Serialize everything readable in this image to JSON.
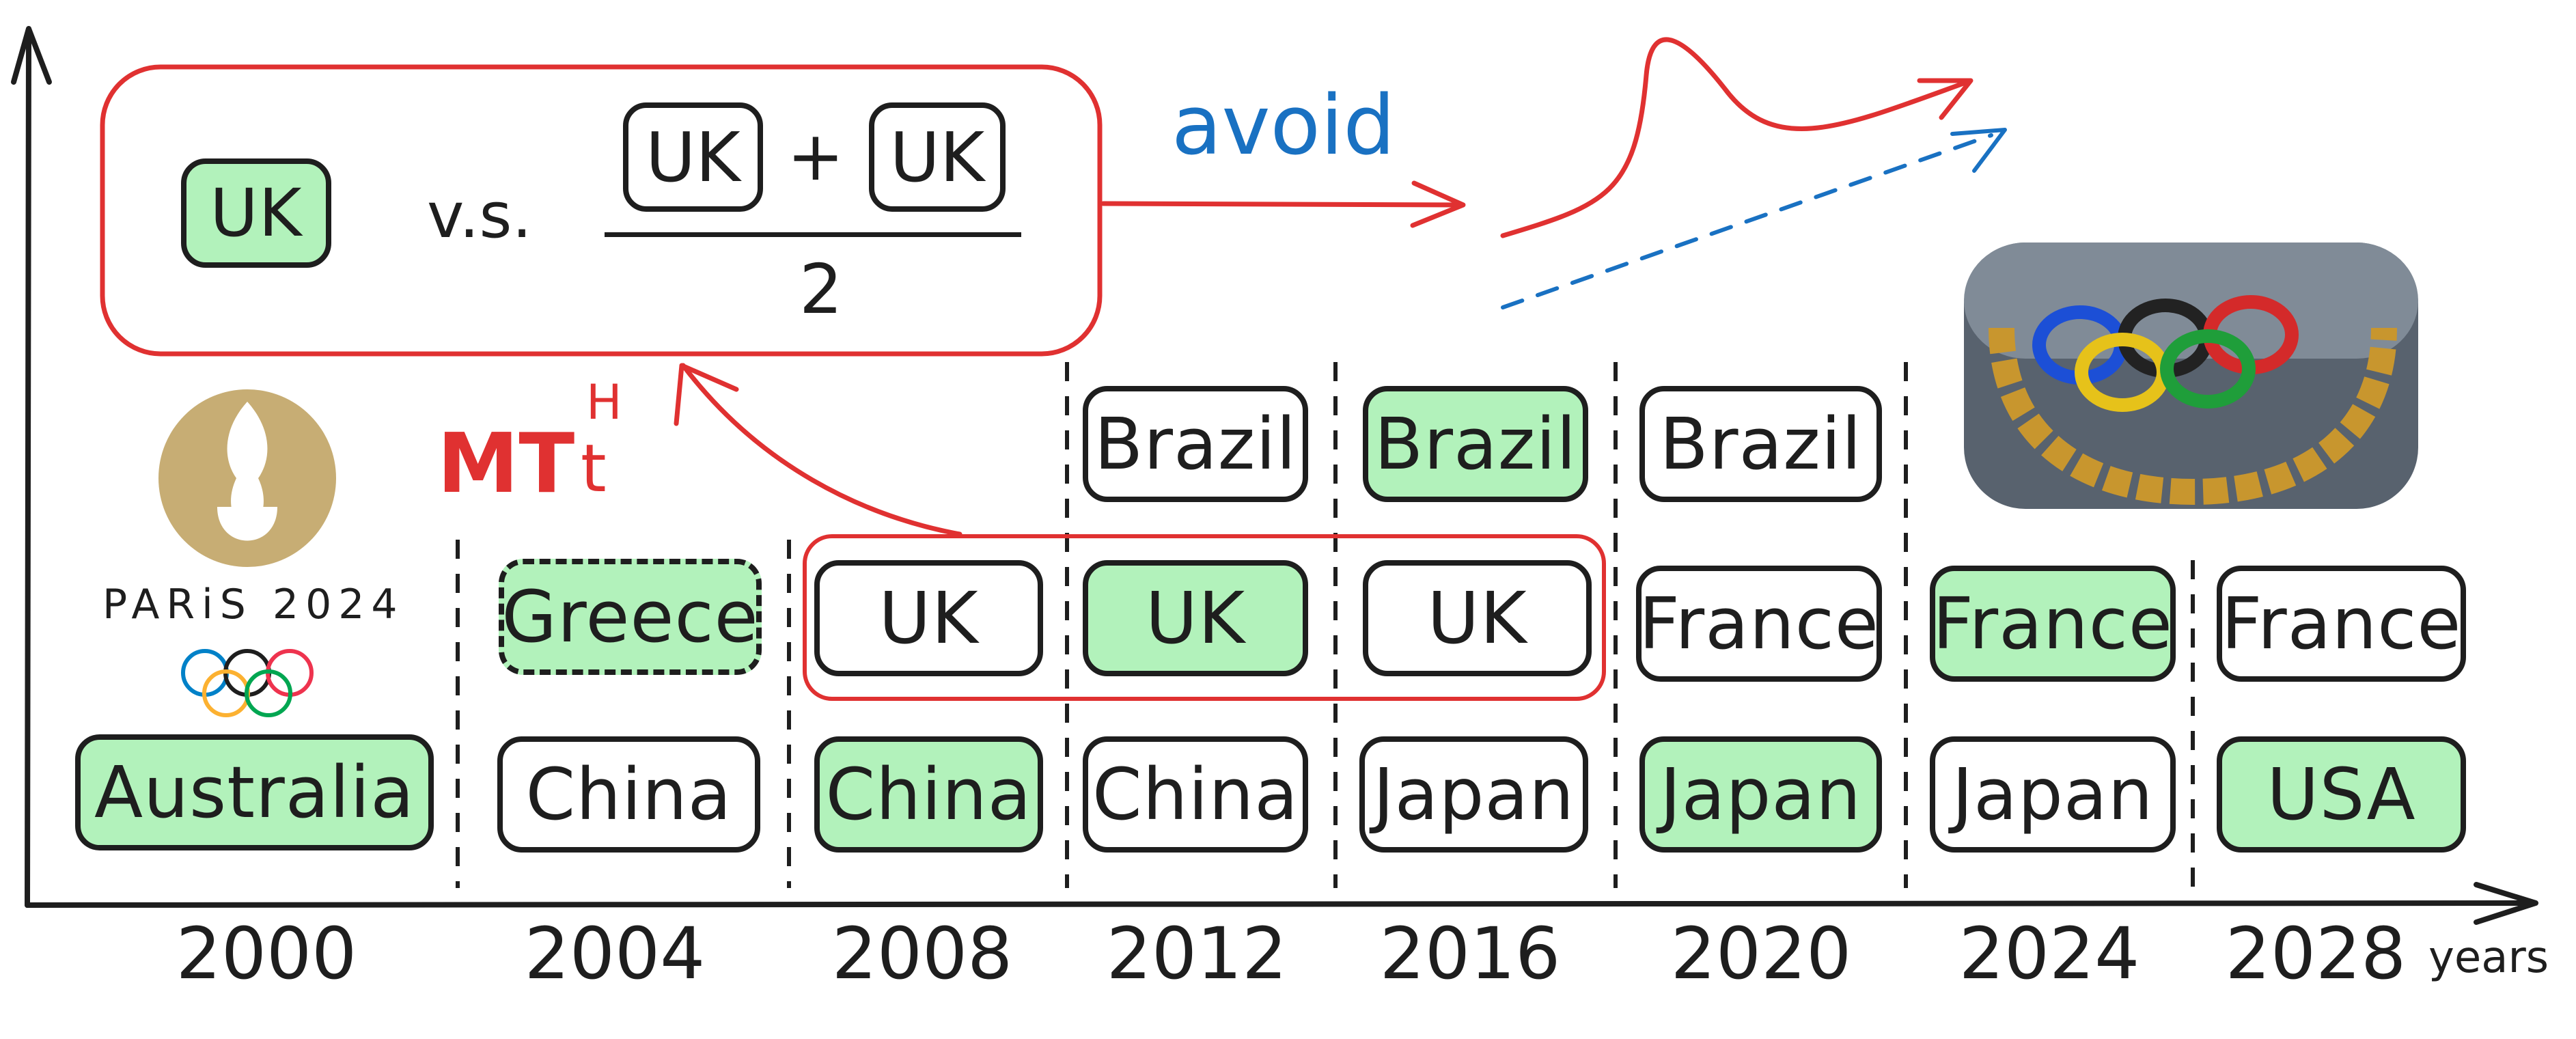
{
  "years": [
    "2000",
    "2004",
    "2008",
    "2012",
    "2016",
    "2020",
    "2024",
    "2028"
  ],
  "axis_unit": "years",
  "cells": {
    "australia_2000": "Australia",
    "china_2004": "China",
    "greece_2004": "Greece",
    "china_2008": "China",
    "uk_2008": "UK",
    "china_2012": "China",
    "uk_2012": "UK",
    "brazil_2012": "Brazil",
    "japan_2016": "Japan",
    "uk_2016": "UK",
    "brazil_2016": "Brazil",
    "japan_2020": "Japan",
    "france_2020": "France",
    "brazil_2020": "Brazil",
    "japan_2024": "Japan",
    "france_2024": "France",
    "usa_2028": "USA",
    "france_2028": "France"
  },
  "formula": {
    "left": "UK",
    "vs": "v.s.",
    "num_left": "UK",
    "plus": "+",
    "num_right": "UK",
    "denominator": "2"
  },
  "annotation": {
    "mt_base": "MT",
    "mt_sub": "t",
    "mt_sup": "H",
    "avoid": "avoid"
  },
  "paris_logo": {
    "text": "PARiS 2024"
  },
  "colors": {
    "highlight": "#b2f2bb",
    "red": "#e03131",
    "blue": "#1971c2",
    "ink": "#1e1e1e"
  }
}
